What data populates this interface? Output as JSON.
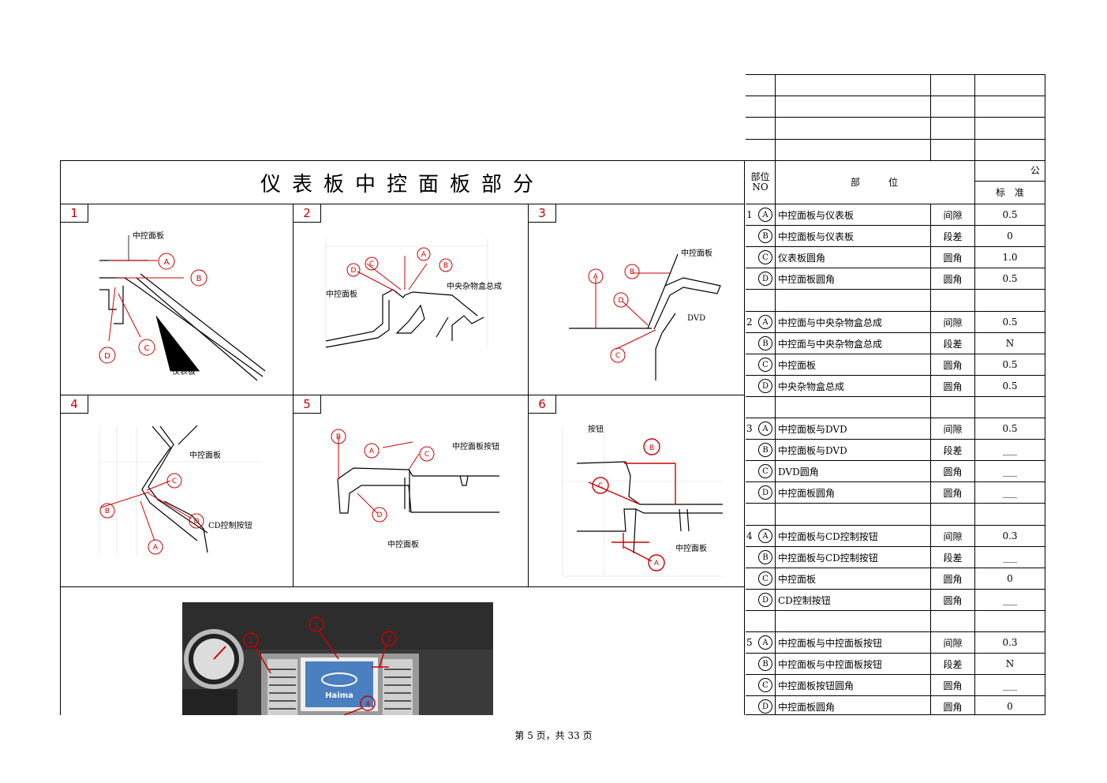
{
  "title": "仪表板中控面板部分",
  "header": {
    "no_label": "部位NO",
    "part_label": "部　　　位",
    "gong": "公",
    "standard": "标　准"
  },
  "panels": [
    {
      "num": "1",
      "labels": [
        "中控面板",
        "仪表板"
      ]
    },
    {
      "num": "2",
      "labels": [
        "中控面板",
        "中央杂物盒总成"
      ]
    },
    {
      "num": "3",
      "labels": [
        "中控面板",
        "DVD"
      ]
    },
    {
      "num": "4",
      "labels": [
        "中控面板",
        "CD控制按钮"
      ]
    },
    {
      "num": "5",
      "labels": [
        "中控面板按钮"
      ]
    },
    {
      "num": "6",
      "labels": [
        "按钮",
        "中控面板"
      ]
    }
  ],
  "photo": {
    "brand": "Haima",
    "callouts": [
      "1",
      "2",
      "3",
      "4"
    ]
  },
  "rows": [
    {
      "no": "1",
      "letter": "A",
      "part": "中控面板与仪表板",
      "type": "间隙",
      "std": "0.5"
    },
    {
      "no": "",
      "letter": "B",
      "part": "中控面板与仪表板",
      "type": "段差",
      "std": "0"
    },
    {
      "no": "",
      "letter": "C",
      "part": "仪表板圆角",
      "type": "圆角",
      "std": "1.0"
    },
    {
      "no": "",
      "letter": "D",
      "part": "中控面板圆角",
      "type": "圆角",
      "std": "0.5"
    },
    {
      "no": "",
      "letter": "",
      "part": "",
      "type": "",
      "std": ""
    },
    {
      "no": "2",
      "letter": "A",
      "part": "中控面与中央杂物盒总成",
      "type": "间隙",
      "std": "0.5"
    },
    {
      "no": "",
      "letter": "B",
      "part": "中控面与中央杂物盒总成",
      "type": "段差",
      "std": "N"
    },
    {
      "no": "",
      "letter": "C",
      "part": "中控面板",
      "type": "圆角",
      "std": "0.5"
    },
    {
      "no": "",
      "letter": "D",
      "part": "中央杂物盒总成",
      "type": "圆角",
      "std": "0.5"
    },
    {
      "no": "",
      "letter": "",
      "part": "",
      "type": "",
      "std": ""
    },
    {
      "no": "3",
      "letter": "A",
      "part": "中控面板与DVD",
      "type": "间隙",
      "std": "0.5"
    },
    {
      "no": "",
      "letter": "B",
      "part": "中控面板与DVD",
      "type": "段差",
      "std": "___"
    },
    {
      "no": "",
      "letter": "C",
      "part": "DVD圆角",
      "type": "圆角",
      "std": "___"
    },
    {
      "no": "",
      "letter": "D",
      "part": "中控面板圆角",
      "type": "圆角",
      "std": "___"
    },
    {
      "no": "",
      "letter": "",
      "part": "",
      "type": "",
      "std": ""
    },
    {
      "no": "4",
      "letter": "A",
      "part": "中控面板与CD控制按钮",
      "type": "间隙",
      "std": "0.3"
    },
    {
      "no": "",
      "letter": "B",
      "part": "中控面板与CD控制按钮",
      "type": "段差",
      "std": "___"
    },
    {
      "no": "",
      "letter": "C",
      "part": "中控面板",
      "type": "圆角",
      "std": "0"
    },
    {
      "no": "",
      "letter": "D",
      "part": "CD控制按钮",
      "type": "圆角",
      "std": "___"
    },
    {
      "no": "",
      "letter": "",
      "part": "",
      "type": "",
      "std": ""
    },
    {
      "no": "5",
      "letter": "A",
      "part": "中控面板与中控面板按钮",
      "type": "间隙",
      "std": "0.3"
    },
    {
      "no": "",
      "letter": "B",
      "part": "中控面板与中控面板按钮",
      "type": "段差",
      "std": "N"
    },
    {
      "no": "",
      "letter": "C",
      "part": "中控面板按钮圆角",
      "type": "圆角",
      "std": "___"
    },
    {
      "no": "",
      "letter": "D",
      "part": "中控面板圆角",
      "type": "圆角",
      "std": "0"
    }
  ],
  "footer": "第 5 页，共 33 页",
  "colors": {
    "annotation": "#cc0000",
    "photo_dark": "#2a2a2a",
    "screen_blue": "#4a7fc0"
  }
}
